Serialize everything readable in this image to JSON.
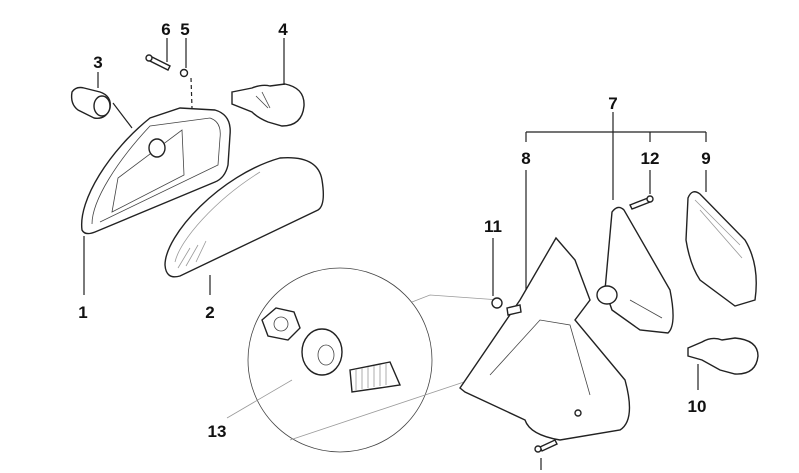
{
  "diagram": {
    "callouts": [
      {
        "id": "1"
      },
      {
        "id": "2"
      },
      {
        "id": "3"
      },
      {
        "id": "4"
      },
      {
        "id": "5"
      },
      {
        "id": "6"
      },
      {
        "id": "7"
      },
      {
        "id": "8"
      },
      {
        "id": "9"
      },
      {
        "id": "10"
      },
      {
        "id": "11"
      },
      {
        "id": "12"
      },
      {
        "id": "13"
      }
    ]
  }
}
